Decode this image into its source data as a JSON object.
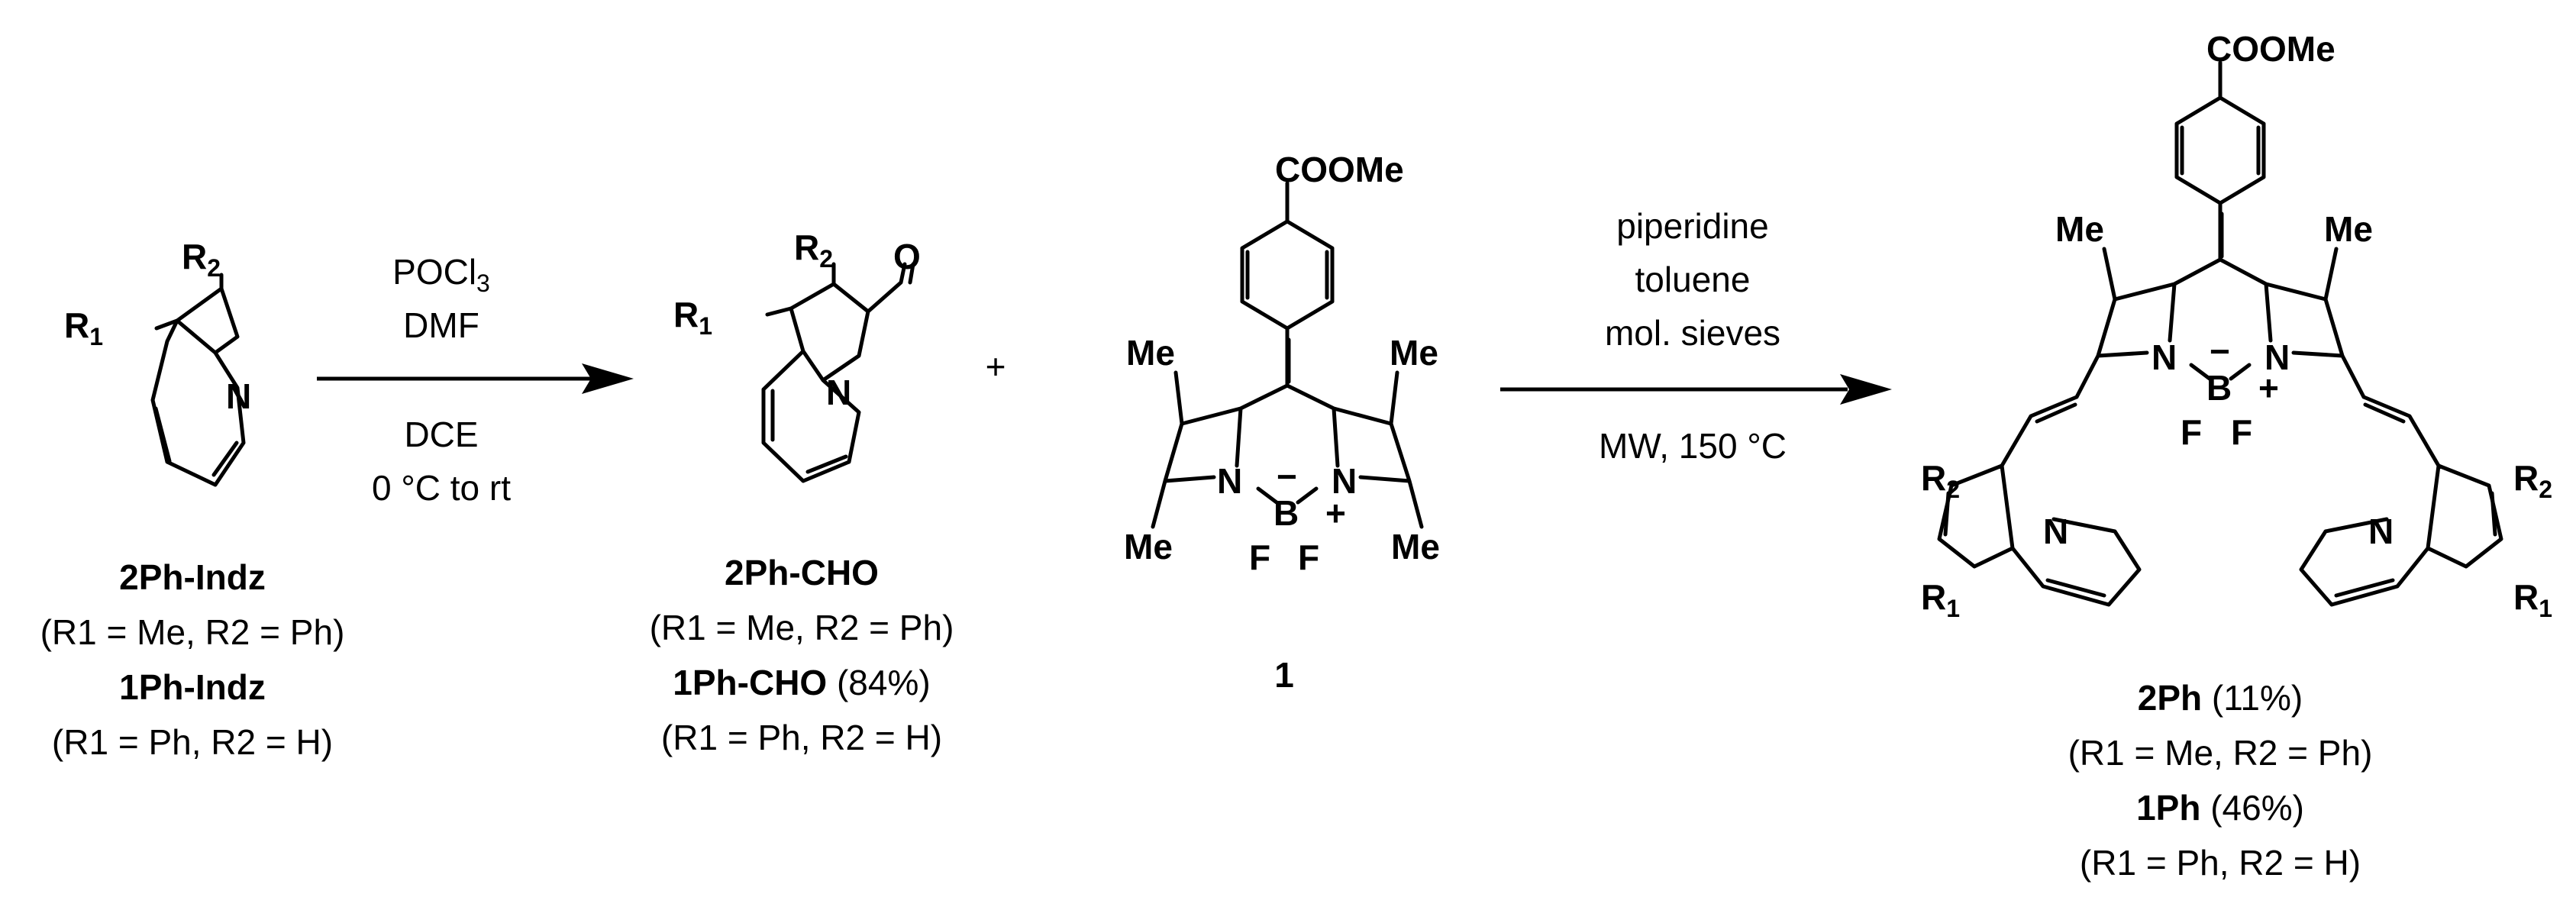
{
  "scheme": {
    "reaction1": {
      "conditions_above": [
        "POCl",
        "DMF"
      ],
      "conditions_above_subscript": "3",
      "conditions_below": [
        "DCE",
        "0 °C to rt"
      ]
    },
    "plus_sign": "+",
    "reaction2": {
      "conditions_above": [
        "piperidine",
        "toluene",
        "mol. sieves"
      ],
      "conditions_below": [
        "MW, 150 °C"
      ]
    },
    "compounds": {
      "start": {
        "name_a": "2Ph-Indz",
        "variant_a": "(R1 = Me, R2 = Ph)",
        "name_b": "1Ph-Indz",
        "variant_b": "(R1 = Ph, R2 = H)"
      },
      "aldehyde": {
        "name_a": "2Ph-CHO",
        "variant_a": "(R1 = Me, R2 = Ph)",
        "name_b": "1Ph-CHO",
        "yield_b": "(84%)",
        "variant_b": "(R1 = Ph, R2 = H)"
      },
      "bodipy": {
        "name": "1"
      },
      "product": {
        "name_a": "2Ph",
        "yield_a": "(11%)",
        "variant_a": "(R1 = Me, R2 = Ph)",
        "name_b": "1Ph",
        "yield_b": "(46%)",
        "variant_b": "(R1 = Ph, R2 = H)"
      }
    },
    "atom_labels": {
      "r1": "R",
      "r2": "R",
      "sub1": "1",
      "sub2": "2",
      "n": "N",
      "b": "B",
      "f": "F",
      "me": "Me",
      "coome": "COOMe",
      "o": "O",
      "minus": "−",
      "plusc": "+"
    }
  }
}
